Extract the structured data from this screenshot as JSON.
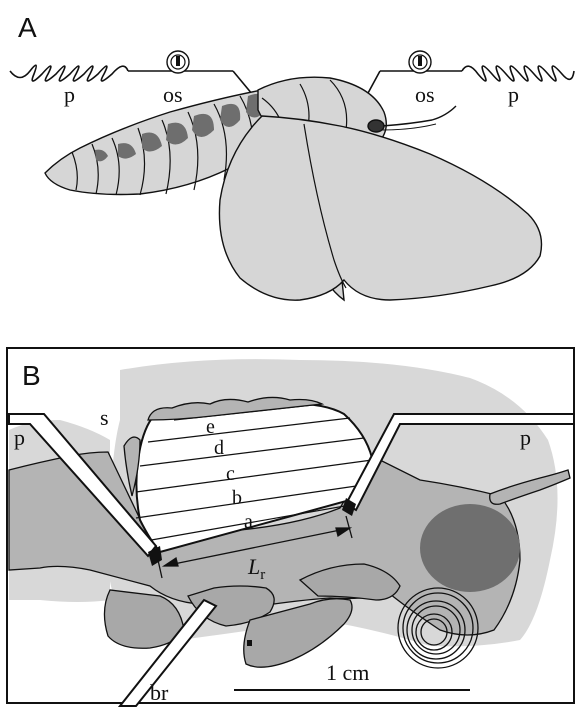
{
  "panel_a": {
    "label": "A",
    "spring_left": "p",
    "sensor_left": "os",
    "sensor_right": "os",
    "spring_right": "p"
  },
  "panel_b": {
    "label": "B",
    "scale_label": "s",
    "clamp_left": "p",
    "clamp_right": "p",
    "lines": [
      "e",
      "d",
      "c",
      "b",
      "a"
    ],
    "length_main": "L",
    "length_sub": "r",
    "brace": "br",
    "scale_bar": "1 cm"
  },
  "colors": {
    "ink": "#111111",
    "body": "#d6d6d6",
    "body_dark": "#a8a8a8",
    "patch": "#6e6e6e",
    "halo": "#cfcfcf",
    "thorax": "#b4b4b4",
    "eye": "#6f6f6f"
  }
}
